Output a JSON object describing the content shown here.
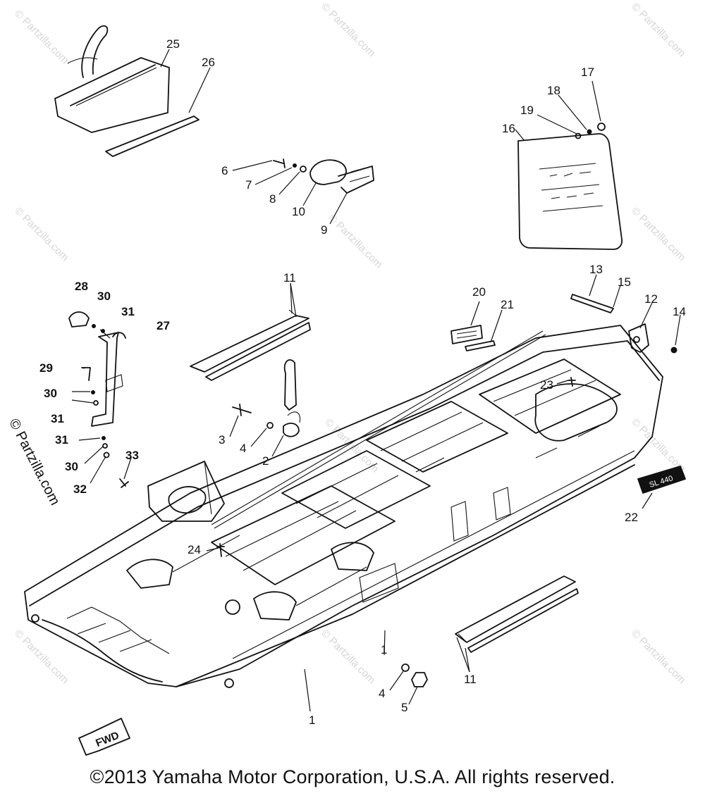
{
  "watermark_text": "© Partzilla.com",
  "side_watermark": "© Partzilla.com",
  "copyright": "©2013 Yamaha Motor Corporation, U.S.A. All rights reserved.",
  "fwd_label": "FWD",
  "plate_label": "SL 440",
  "callouts": {
    "c1a": "1",
    "c1b": "1",
    "c2": "2",
    "c3": "3",
    "c4a": "4",
    "c4b": "4",
    "c5": "5",
    "c6": "6",
    "c7": "7",
    "c8": "8",
    "c9": "9",
    "c10": "10",
    "c11a": "11",
    "c11b": "11",
    "c12": "12",
    "c13": "13",
    "c14": "14",
    "c15": "15",
    "c16": "16",
    "c17": "17",
    "c18": "18",
    "c19": "19",
    "c20": "20",
    "c21": "21",
    "c22": "22",
    "c23": "23",
    "c24": "24",
    "c25": "25",
    "c26": "26",
    "c27": "27",
    "c28": "28",
    "c29": "29",
    "c30a": "30",
    "c30b": "30",
    "c30c": "30",
    "c31a": "31",
    "c31b": "31",
    "c31c": "31",
    "c32": "32",
    "c33": "33"
  }
}
